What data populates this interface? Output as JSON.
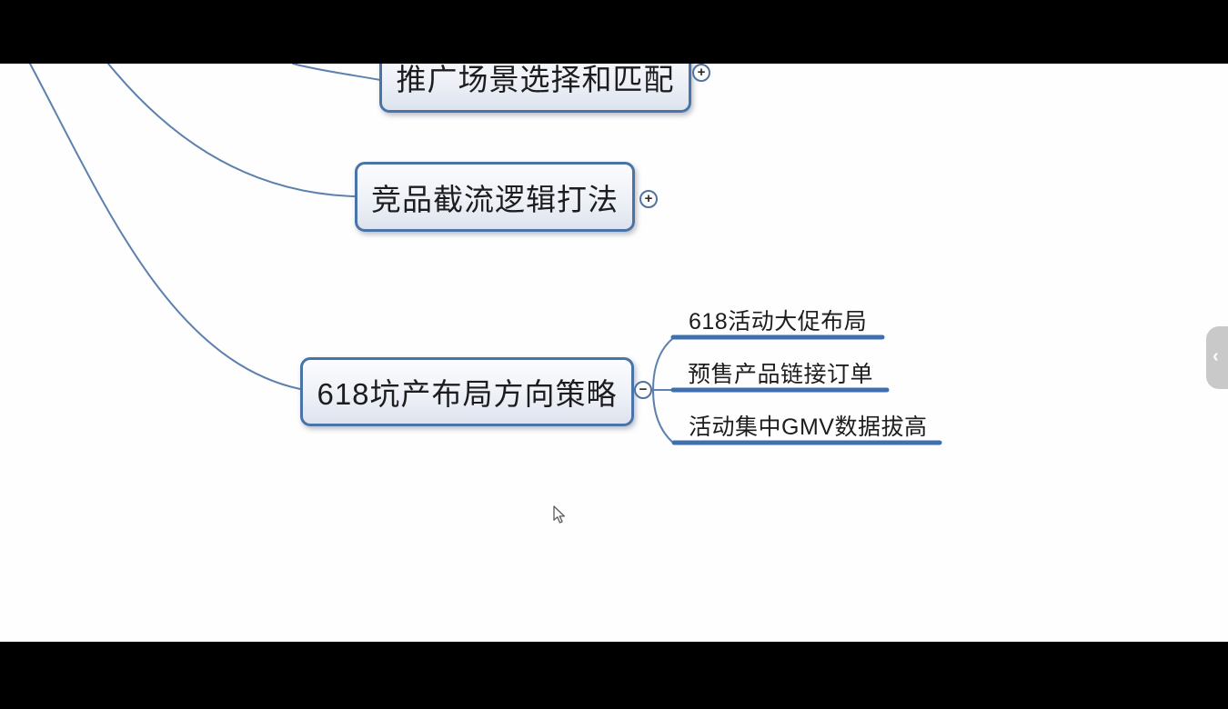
{
  "canvas": {
    "background": "#fefefe",
    "letterbox_color": "#000000"
  },
  "colors": {
    "topic_border": "#4a74a8",
    "topic_fill_top": "#fbfcfe",
    "topic_fill_bottom": "#dde3ee",
    "topic_text": "#1d1d1f",
    "connector_line": "#5d81ad",
    "child_underline": "#3e6fae",
    "side_tab": "#c9c9c9",
    "side_tab_chevron": "#ffffff"
  },
  "icons": {
    "plus": "+",
    "minus": "−",
    "chevron_left": "‹"
  },
  "mindmap": {
    "topics": [
      {
        "label": "推广场景选择和匹配",
        "expand_state": "collapsed"
      },
      {
        "label": "竞品截流逻辑打法",
        "expand_state": "collapsed"
      },
      {
        "label": "618坑产布局方向策略",
        "expand_state": "expanded",
        "children": [
          {
            "label": "618活动大促布局"
          },
          {
            "label": "预售产品链接订单"
          },
          {
            "label": "活动集中GMV数据拔高"
          }
        ]
      }
    ]
  }
}
